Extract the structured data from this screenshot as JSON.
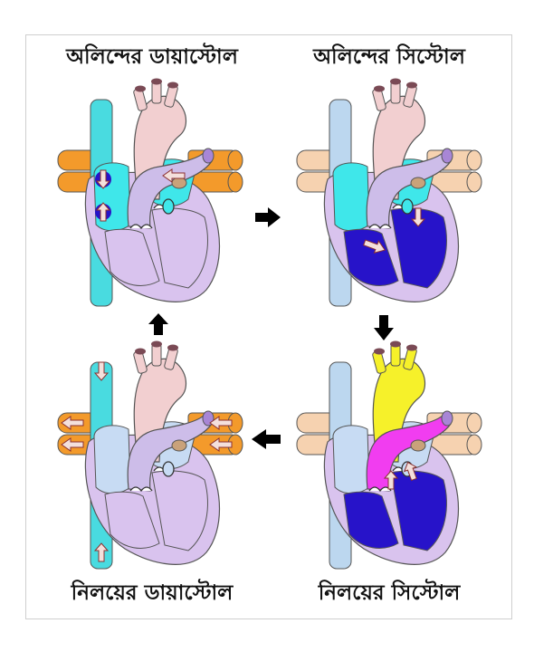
{
  "labels": {
    "atrial_diastole": "অলিন্দের ডায়াস্টোল",
    "atrial_systole": "অলিন্দের সিস্টোল",
    "ventricular_systole": "নিলয়ের সিস্টোল",
    "ventricular_diastole": "নিলয়ের ডায়াস্টোল"
  },
  "colors": {
    "aorta": "#f2cfd0",
    "pulmonary_artery": "#cdbde9",
    "vena_cava": "#49dbe0",
    "pulmonary_veins": "#f39a2b",
    "heart_wall": "#d9c3ee",
    "right_chambers_active": "#3fe7ea",
    "left_chambers_active": "#2713c9",
    "ventricular_ejection_right": "#f13df0",
    "ventricular_ejection_left": "#f6f12a",
    "inflow_arrow": "#f4d9d2",
    "flow_arrow": "#f0b7b7",
    "step_arrow": "#000000"
  },
  "cycle_order": [
    "atrial-diastole",
    "atrial-systole",
    "ventricular-systole",
    "ventricular-diastole"
  ]
}
